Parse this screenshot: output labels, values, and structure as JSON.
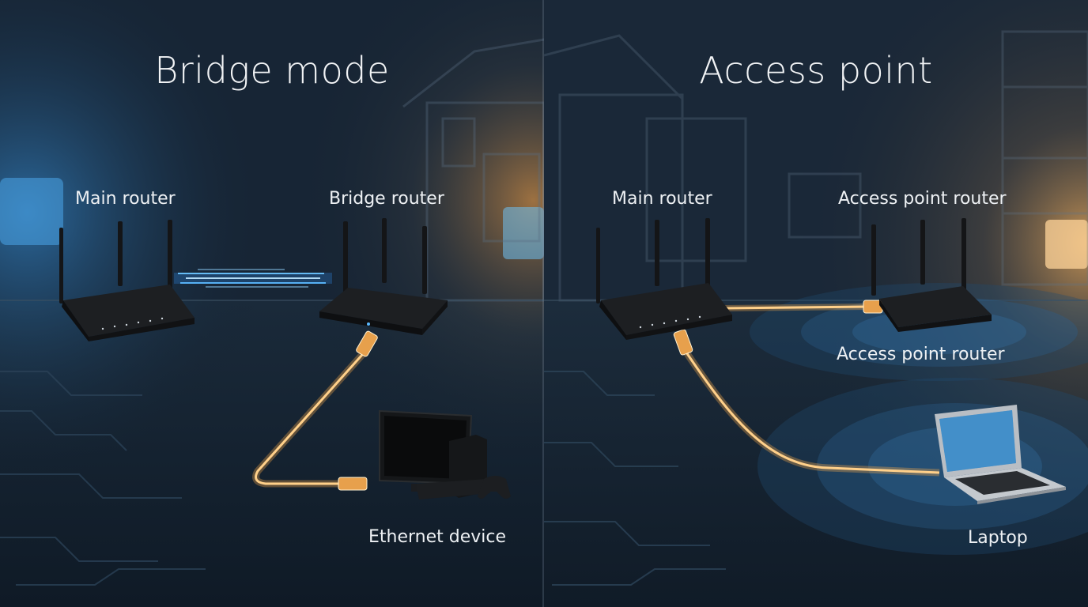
{
  "panels": {
    "left": {
      "title": "Bridge mode",
      "labels": {
        "main_router": "Main router",
        "bridge_router": "Bridge router",
        "ethernet_device": "Ethernet device"
      }
    },
    "right": {
      "title": "Access point",
      "labels": {
        "main_router": "Main router",
        "ap_router": "Access point router",
        "ap_router_2": "Access point router",
        "laptop": "Laptop"
      }
    }
  },
  "colors": {
    "background": "#14202e",
    "cable": "#f0b25a",
    "wireless_link": "#5ab8ff",
    "signal_rings": "#2f6fa3",
    "router": "#1b1d20"
  },
  "icons": [
    "router-icon",
    "ethernet-cable-icon",
    "rj45-connector-icon",
    "monitor-icon",
    "game-console-icon",
    "controller-icon",
    "laptop-icon",
    "wifi-signal-icon"
  ]
}
